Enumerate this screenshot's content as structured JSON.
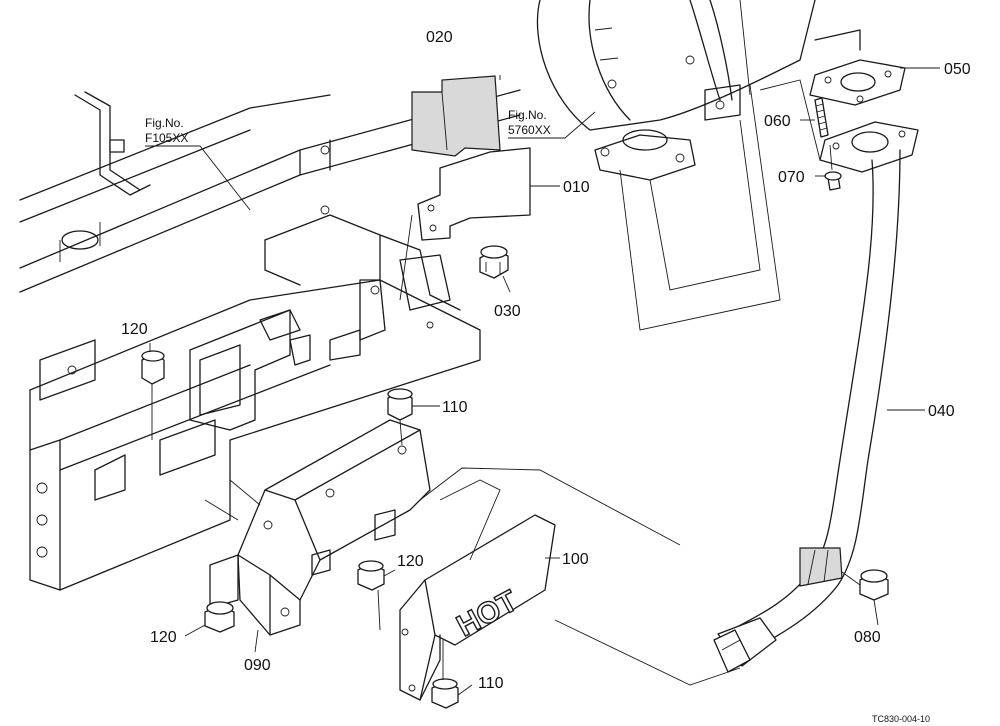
{
  "figure": {
    "footer_code": "TC830-004-10",
    "reference_labels": [
      {
        "line1": "Fig.No.",
        "line2": "F105XX"
      },
      {
        "line1": "Fig.No.",
        "line2": "5760XX"
      }
    ],
    "part_labels": {
      "p010": "010",
      "p020": "020",
      "p030": "030",
      "p040": "040",
      "p050": "050",
      "p060": "060",
      "p070": "070",
      "p080": "080",
      "p090": "090",
      "p100": "100",
      "p110a": "110",
      "p110b": "110",
      "p120a": "120",
      "p120b": "120",
      "p120c": "120"
    },
    "cover_text": "HOT"
  }
}
